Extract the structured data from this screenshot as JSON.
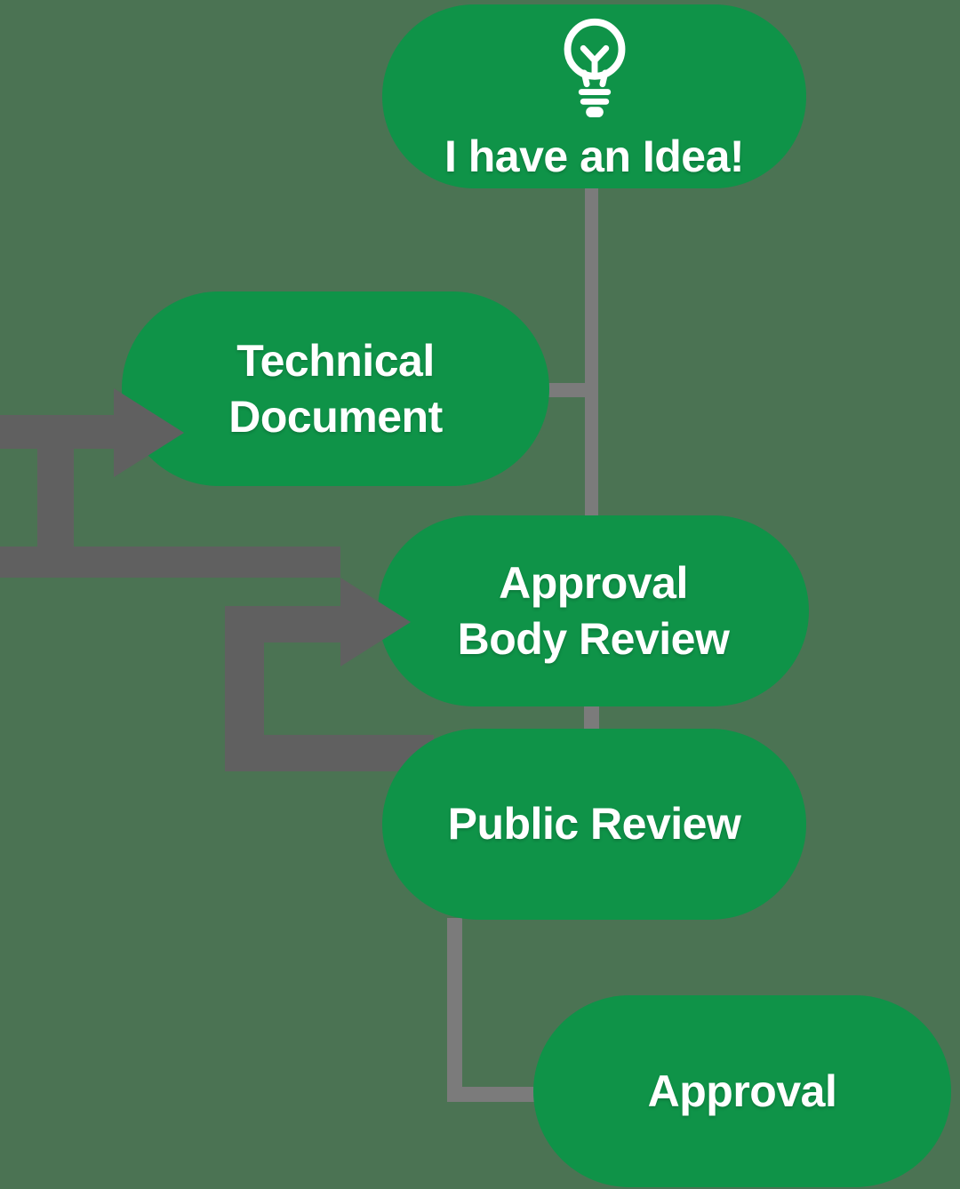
{
  "colors": {
    "background": "#4b7353",
    "pill-green": "#0f9348",
    "arrow-dark": "#606060",
    "connector-gray": "#7b7b7b",
    "text": "#ffffff"
  },
  "nodes": {
    "idea": {
      "label": "I have an Idea!",
      "icon": "lightbulb-icon"
    },
    "technical_document": {
      "line1": "Technical",
      "line2": "Document"
    },
    "approval_body_review": {
      "line1": "Approval",
      "line2": "Body Review"
    },
    "public_review": {
      "label": "Public Review"
    },
    "approval": {
      "label": "Approval"
    }
  },
  "edges": [
    {
      "from": "idea",
      "to": "technical_document",
      "type": "branch"
    },
    {
      "from": "idea",
      "to": "approval_body_review",
      "type": "forward"
    },
    {
      "from": "approval_body_review",
      "to": "technical_document",
      "type": "revision-loop"
    },
    {
      "from": "approval_body_review",
      "to": "public_review",
      "type": "forward"
    },
    {
      "from": "public_review",
      "to": "approval_body_review",
      "type": "revision-loop"
    },
    {
      "from": "public_review",
      "to": "approval",
      "type": "forward"
    }
  ]
}
